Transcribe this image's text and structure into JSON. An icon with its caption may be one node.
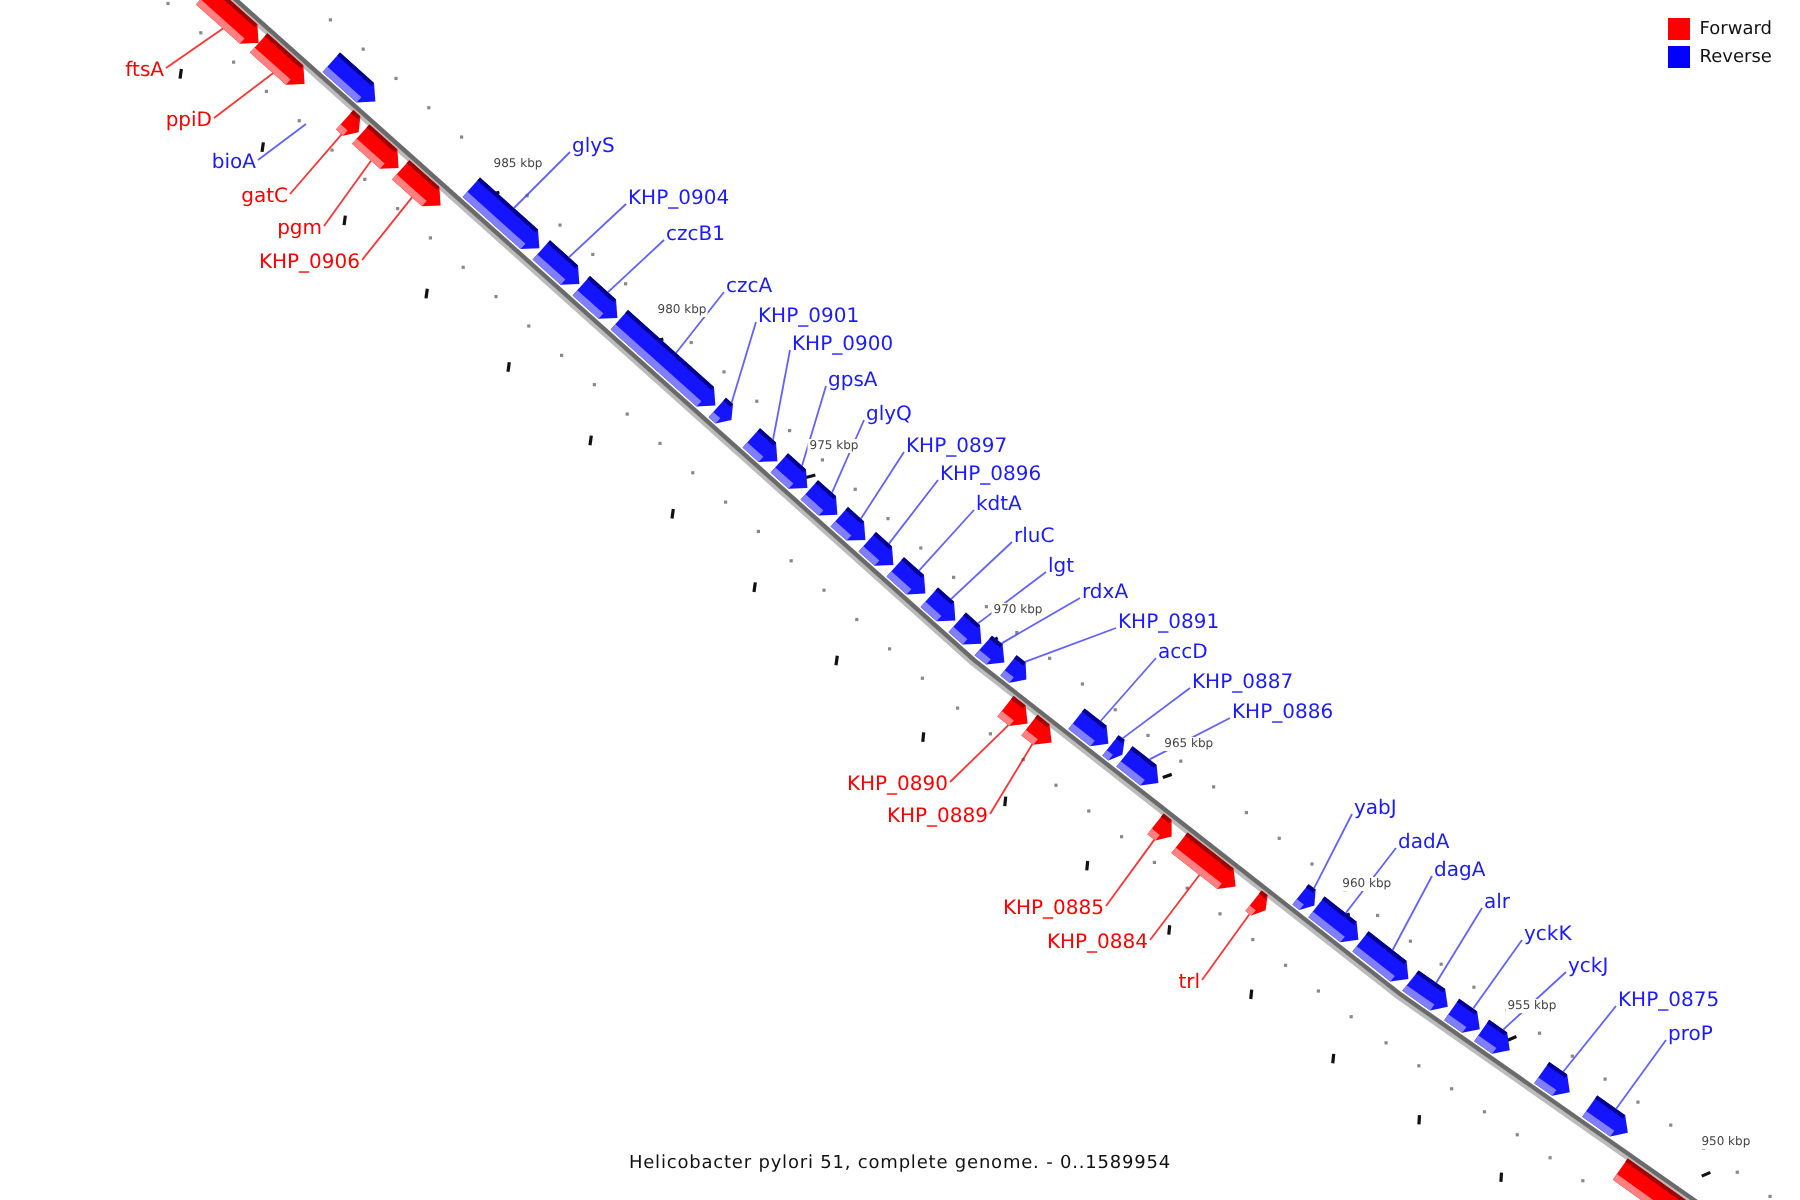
{
  "diagram": {
    "caption": "Helicobacter pylori 51, complete genome. - 0..1589954",
    "nodes": [
      {
        "text": [
          "ftsA"
        ]
      },
      {
        "text": [
          "ppiD"
        ]
      },
      {
        "text": [
          "bioA"
        ]
      },
      {
        "text": [
          "gatC"
        ]
      },
      {
        "text": [
          "pgm"
        ]
      },
      {
        "text": [
          "KHP_0906"
        ]
      },
      {
        "text": [
          "glyS"
        ]
      },
      {
        "text": [
          "KHP_0904"
        ]
      },
      {
        "text": [
          "czcB1"
        ]
      },
      {
        "text": [
          "czcA"
        ]
      },
      {
        "text": [
          "KHP_0901"
        ]
      },
      {
        "text": [
          "KHP_0900"
        ]
      },
      {
        "text": [
          "gpsA"
        ]
      },
      {
        "text": [
          "glyQ"
        ]
      },
      {
        "text": [
          "KHP_0897"
        ]
      },
      {
        "text": [
          "KHP_0896"
        ]
      },
      {
        "text": [
          "kdtA"
        ]
      },
      {
        "text": [
          "rluC"
        ]
      },
      {
        "text": [
          "lgt"
        ]
      },
      {
        "text": [
          "rdxA"
        ]
      },
      {
        "text": [
          "KHP_0891"
        ]
      },
      {
        "text": [
          "accD"
        ]
      },
      {
        "text": [
          "KHP_0887"
        ]
      },
      {
        "text": [
          "KHP_0886"
        ]
      },
      {
        "text": [
          "KHP_0890"
        ]
      },
      {
        "text": [
          "KHP_0889"
        ]
      },
      {
        "text": [
          "KHP_0885"
        ]
      },
      {
        "text": [
          "KHP_0884"
        ]
      },
      {
        "text": [
          "trl"
        ]
      },
      {
        "text": [
          "yabJ"
        ]
      },
      {
        "text": [
          "dadA"
        ]
      },
      {
        "text": [
          "dagA"
        ]
      },
      {
        "text": [
          "alr"
        ]
      },
      {
        "text": [
          "yckK"
        ]
      },
      {
        "text": [
          "yckJ"
        ]
      },
      {
        "text": [
          "KHP_0875"
        ]
      },
      {
        "text": [
          "proP"
        ]
      },
      {
        "text": [],
        "shape": "bar"
      },
      {
        "text": [],
        "shape": "bar"
      },
      {
        "text": [],
        "shape": "bar"
      },
      {
        "text": [],
        "shape": "bar"
      },
      {
        "text": [],
        "shape": "bar"
      },
      {
        "text": [],
        "shape": "bar"
      },
      {
        "text": [],
        "shape": "bar"
      },
      {
        "text": [],
        "shape": "bar"
      },
      {
        "text": [],
        "shape": "bar"
      },
      {
        "text": [],
        "shape": "bar"
      },
      {
        "text": [],
        "shape": "bar"
      },
      {
        "text": [],
        "shape": "bar"
      },
      {
        "text": [],
        "shape": "bar"
      },
      {
        "text": [],
        "shape": "bar"
      },
      {
        "text": [],
        "shape": "bar"
      },
      {
        "text": [],
        "shape": "bar"
      },
      {
        "text": [],
        "shape": "bar"
      },
      {
        "text": [],
        "shape": "bar"
      },
      {
        "text": [],
        "shape": "bar"
      },
      {
        "text": [],
        "shape": "bar"
      },
      {
        "text": [],
        "shape": "bar"
      },
      {
        "text": [],
        "shape": "bar"
      },
      {
        "text": [],
        "shape": "bar"
      },
      {
        "text": [],
        "shape": "bar"
      },
      {
        "text": [],
        "shape": "bar"
      },
      {
        "text": [],
        "shape": "bar"
      },
      {
        "text": [],
        "shape": "bar"
      },
      {
        "text": [],
        "shape": "bar"
      },
      {
        "text": [],
        "shape": "bar"
      },
      {
        "text": [],
        "shape": "bar"
      },
      {
        "text": [],
        "shape": "bar"
      },
      {
        "text": [],
        "shape": "bar"
      },
      {
        "text": [],
        "shape": "bar"
      },
      {
        "text": [],
        "shape": "bar"
      },
      {
        "text": [],
        "shape": "bar"
      },
      {
        "text": [],
        "shape": "bar"
      },
      {
        "text": [],
        "shape": "bar"
      },
      {
        "text": [],
        "shape": "bar"
      }
    ],
    "edges": [
      {
        "from": 0,
        "to": 37,
        "arrow": "none",
        "color": "#ff0000"
      },
      {
        "from": 1,
        "to": 38,
        "arrow": "none",
        "color": "#ff0000"
      },
      {
        "from": 2,
        "to": null,
        "arrow": "none"
      },
      {
        "from": 3,
        "to": 40,
        "arrow": "none",
        "color": "#ff0000"
      },
      {
        "from": 4,
        "to": 41,
        "arrow": "none",
        "color": "#ff0000"
      },
      {
        "from": 5,
        "to": 42,
        "arrow": "none",
        "color": "#ff0000"
      },
      {
        "from": 6,
        "to": 43,
        "arrow": "none"
      },
      {
        "from": 7,
        "to": 44,
        "arrow": "none"
      },
      {
        "from": 8,
        "to": 45,
        "arrow": "none"
      },
      {
        "from": 9,
        "to": 46,
        "arrow": "none"
      },
      {
        "from": 10,
        "to": 47,
        "arrow": "none"
      },
      {
        "from": 11,
        "to": 48,
        "arrow": "none"
      },
      {
        "from": 12,
        "to": 49,
        "arrow": "none"
      },
      {
        "from": 13,
        "to": 50,
        "arrow": "none"
      },
      {
        "from": 14,
        "to": 51,
        "arrow": "none"
      },
      {
        "from": 15,
        "to": 52,
        "arrow": "none"
      },
      {
        "from": 16,
        "to": 53,
        "arrow": "none"
      },
      {
        "from": 17,
        "to": 54,
        "arrow": "none"
      },
      {
        "from": 18,
        "to": 55,
        "arrow": "none"
      },
      {
        "from": 19,
        "to": 56,
        "arrow": "none"
      },
      {
        "from": 20,
        "to": 57,
        "arrow": "none"
      },
      {
        "from": 21,
        "to": 60,
        "arrow": "none"
      },
      {
        "from": 22,
        "to": 61,
        "arrow": "none"
      },
      {
        "from": 23,
        "to": 62,
        "arrow": "none"
      },
      {
        "from": 24,
        "to": 58,
        "arrow": "none",
        "color": "#ff0000"
      },
      {
        "from": 25,
        "to": 59,
        "arrow": "none",
        "color": "#ff0000"
      },
      {
        "from": 26,
        "to": 63,
        "arrow": "none",
        "color": "#ff0000"
      },
      {
        "from": 27,
        "to": 64,
        "arrow": "none",
        "color": "#ff0000"
      },
      {
        "from": 28,
        "to": 65,
        "arrow": "none",
        "color": "#ff0000"
      },
      {
        "from": 29,
        "to": 66,
        "arrow": "none"
      },
      {
        "from": 30,
        "to": 67,
        "arrow": "none"
      },
      {
        "from": 31,
        "to": 68,
        "arrow": "none"
      },
      {
        "from": 32,
        "to": 69,
        "arrow": "none"
      },
      {
        "from": 33,
        "to": 70,
        "arrow": "none"
      },
      {
        "from": 34,
        "to": 71,
        "arrow": "none"
      },
      {
        "from": 35,
        "to": 72,
        "arrow": "none"
      },
      {
        "from": 36,
        "to": 73,
        "arrow": "none"
      }
    ],
    "labels": [
      "985 kbp",
      "980 kbp",
      "975 kbp",
      "970 kbp",
      "965 kbp",
      "960 kbp",
      "955 kbp",
      "950 kbp"
    ],
    "legend": [
      {
        "text": "Forward",
        "color": "#ff0000"
      },
      {
        "text": "Reverse",
        "color": "#0000ff"
      }
    ]
  }
}
